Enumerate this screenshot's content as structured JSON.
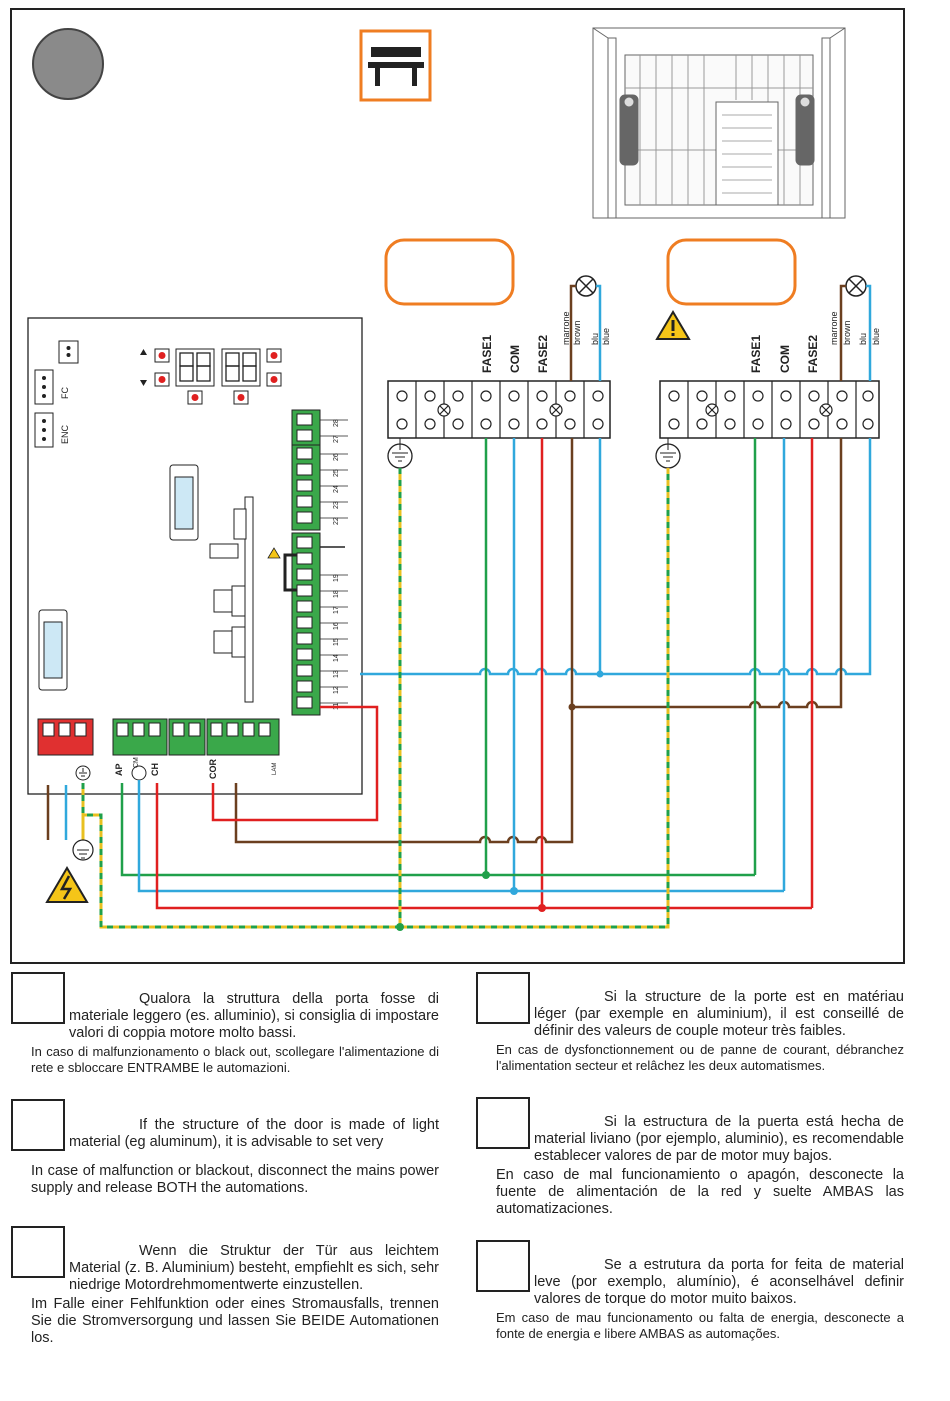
{
  "colors": {
    "phase1": "#20a04a",
    "common": "#30a8dc",
    "phase2": "#e02020",
    "brown": "#6b3f1f",
    "blue": "#30a8dc",
    "earth_yellow": "#e8c020",
    "earth_green": "#20a04a",
    "accent_orange": "#ef7d22",
    "terminal_green": "#3aa84a",
    "terminal_red": "#e03030"
  },
  "diagram": {
    "motor_left": {
      "terminals": [
        "FASE1",
        "COM",
        "FASE2"
      ],
      "lamp_wires": [
        "marrone",
        "brown",
        "blu",
        "blue"
      ]
    },
    "motor_right": {
      "terminals": [
        "FASE1",
        "COM",
        "FASE2"
      ],
      "lamp_wires": [
        "marrone",
        "brown",
        "blu",
        "blue"
      ]
    },
    "board": {
      "connector_labels": [
        "FC",
        "ENC"
      ],
      "bottom_labels": [
        "AP",
        "CM",
        "CH",
        "COR",
        "LAM"
      ],
      "terminal_numbers": [
        "28",
        "27",
        "26",
        "25",
        "24",
        "23",
        "22",
        "19",
        "18",
        "17",
        "16",
        "15",
        "14",
        "13",
        "12",
        "11"
      ]
    }
  },
  "text": {
    "it": {
      "line1": "Qualora la struttura della porta fosse di materiale leggero (es. alluminio), si consiglia di impostare valori di coppia motore molto bassi.",
      "line2": "In caso di malfunzionamento o black out, scollegare l'alimentazione di rete e sbloccare ENTRAMBE le automazioni."
    },
    "en": {
      "line1": "If the structure of the door is made of light material (eg aluminum), it is advisable to set very",
      "line2": "In case of malfunction or blackout, disconnect the mains power supply and release BOTH the automations."
    },
    "de": {
      "line1": "Wenn die Struktur der Tür aus leichtem Material (z. B. Aluminium) besteht, empfiehlt es sich, sehr niedrige Motordrehmomentwerte einzustellen.",
      "line2": "Im Falle einer Fehlfunktion oder eines Stromausfalls, trennen Sie die Stromversorgung und lassen Sie BEIDE Automationen los."
    },
    "fr": {
      "line1": "Si la structure de la porte est en matériau léger (par exemple en aluminium), il est conseillé de définir des valeurs de couple moteur très faibles.",
      "line2": "En cas de dysfonctionnement ou de panne de courant, débranchez l'alimentation secteur et relâchez les deux automatismes."
    },
    "es": {
      "line1": "Si la estructura de la puerta está hecha de material liviano (por ejemplo, aluminio), es recomendable establecer valores de par de motor muy bajos.",
      "line2": "En caso de mal funcionamiento o apagón, desconecte la fuente de alimentación de la red y suelte AMBAS las automatizaciones."
    },
    "pt": {
      "line1": "Se a estrutura da porta for feita de material leve (por exemplo, alumínio), é aconselhável definir valores de torque do motor muito baixos.",
      "line2": "Em caso de mau funcionamento ou falta de energia, desconecte a fonte de energia e libere AMBAS as automações."
    }
  }
}
